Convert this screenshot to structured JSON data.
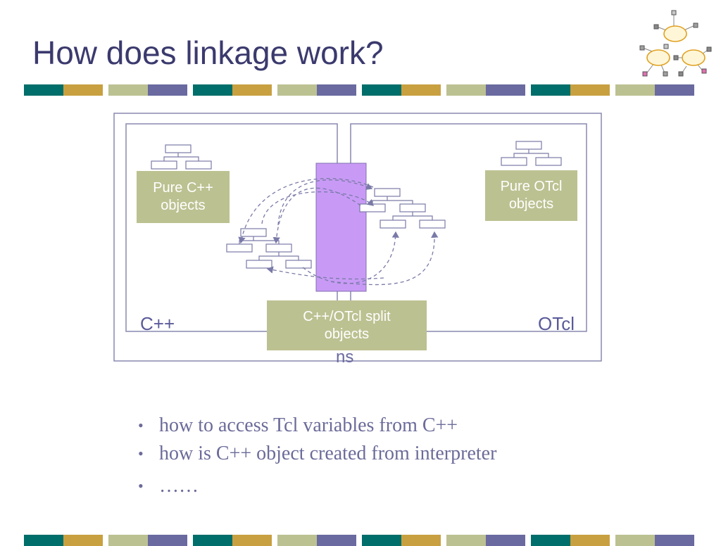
{
  "slide": {
    "title": "How does linkage work?"
  },
  "diagram": {
    "pure_cpp_label": "Pure C++\nobjects",
    "pure_otcl_label": "Pure OTcl\nobjects",
    "split_label": "C++/OTcl split\nobjects",
    "cpp_side_label": "C++",
    "otcl_side_label": "OTcl",
    "ns_label": "ns"
  },
  "bullets": [
    "how to access Tcl variables from C++",
    "how is C++ object created from interpreter",
    "……"
  ],
  "colors": {
    "title": "#3b3a6e",
    "teal": "#006e6a",
    "gold": "#c8a040",
    "sage": "#bcc191",
    "slate": "#6a6aa0",
    "violet": "#c89af5",
    "box_green": "#bcc191",
    "frame": "#8888b0"
  },
  "icons": {
    "logo": "network-clouds-icon",
    "bullet": "bullet-dot-icon"
  }
}
